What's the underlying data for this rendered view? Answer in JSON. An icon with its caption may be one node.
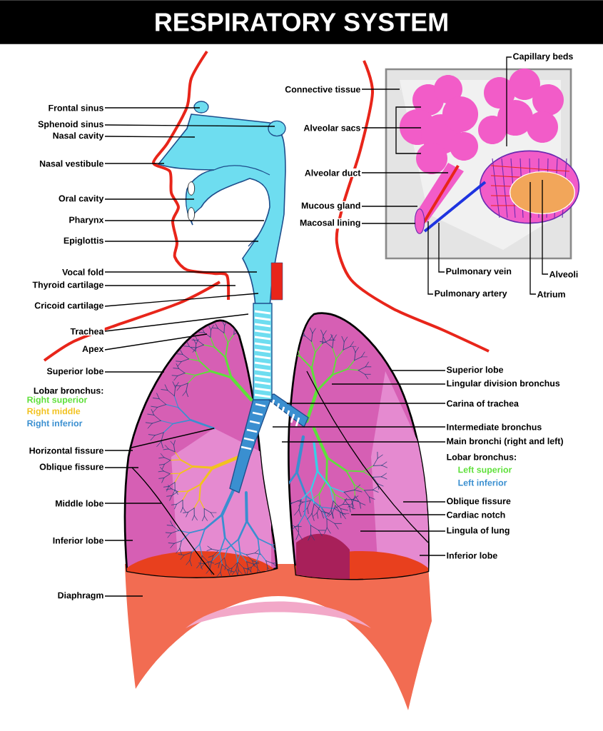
{
  "diagram": {
    "title": "RESPIRATORY SYSTEM",
    "nodes": [
      {
        "text": [
          "Frontal sinus"
        ]
      },
      {
        "text": [
          "Sphenoid sinus"
        ]
      },
      {
        "text": [
          "Nasal cavity"
        ]
      },
      {
        "text": [
          "Nasal vestibule"
        ]
      },
      {
        "text": [
          "Oral cavity"
        ]
      },
      {
        "text": [
          "Pharynx"
        ]
      },
      {
        "text": [
          "Epiglottis"
        ]
      },
      {
        "text": [
          "Vocal fold"
        ]
      },
      {
        "text": [
          "Thyroid cartilage"
        ]
      },
      {
        "text": [
          "Cricoid cartilage"
        ]
      },
      {
        "text": [
          "Trachea"
        ]
      },
      {
        "text": [
          "Apex"
        ]
      },
      {
        "text": [
          "Superior lobe"
        ]
      },
      {
        "text": [
          "Horizontal fissure"
        ]
      },
      {
        "text": [
          "Oblique fissure"
        ]
      },
      {
        "text": [
          "Middle lobe"
        ]
      },
      {
        "text": [
          "Inferior lobe"
        ]
      },
      {
        "text": [
          "Diaphragm"
        ]
      },
      {
        "text": [
          "Connective tissue"
        ]
      },
      {
        "text": [
          "Alveolar sacs"
        ]
      },
      {
        "text": [
          "Alveolar duct"
        ]
      },
      {
        "text": [
          "Mucous gland"
        ]
      },
      {
        "text": [
          "Macosal lining"
        ]
      },
      {
        "text": [
          "Capillary beds"
        ]
      },
      {
        "text": [
          "Pulmonary vein"
        ]
      },
      {
        "text": [
          "Pulmonary artery"
        ]
      },
      {
        "text": [
          "Alveoli"
        ]
      },
      {
        "text": [
          "Atrium"
        ]
      },
      {
        "text": [
          "Superior lobe"
        ]
      },
      {
        "text": [
          "Lingular division bronchus"
        ]
      },
      {
        "text": [
          "Carina of trachea"
        ]
      },
      {
        "text": [
          "Intermediate bronchus"
        ]
      },
      {
        "text": [
          "Main bronchi (right and left)"
        ]
      },
      {
        "text": [
          "Oblique fissure"
        ]
      },
      {
        "text": [
          "Cardiac notch"
        ]
      },
      {
        "text": [
          "Lingula of lung"
        ]
      },
      {
        "text": [
          "Inferior lobe"
        ]
      }
    ],
    "edges": [
      {
        "from": 0,
        "to": null,
        "arrow": "none"
      },
      {
        "from": 1,
        "to": null,
        "arrow": "none"
      },
      {
        "from": 2,
        "to": null,
        "arrow": "none"
      },
      {
        "from": 3,
        "to": null,
        "arrow": "none"
      },
      {
        "from": 4,
        "to": null,
        "arrow": "none"
      },
      {
        "from": 5,
        "to": null,
        "arrow": "none"
      },
      {
        "from": 6,
        "to": null,
        "arrow": "none"
      },
      {
        "from": 7,
        "to": null,
        "arrow": "none"
      },
      {
        "from": 8,
        "to": null,
        "arrow": "none"
      },
      {
        "from": 9,
        "to": null,
        "arrow": "none"
      },
      {
        "from": 10,
        "to": null,
        "arrow": "none"
      },
      {
        "from": 11,
        "to": null,
        "arrow": "none"
      },
      {
        "from": 12,
        "to": null,
        "arrow": "none"
      },
      {
        "from": 13,
        "to": null,
        "arrow": "none"
      },
      {
        "from": 14,
        "to": null,
        "arrow": "none"
      },
      {
        "from": 15,
        "to": null,
        "arrow": "none"
      },
      {
        "from": 16,
        "to": null,
        "arrow": "none"
      },
      {
        "from": 17,
        "to": null,
        "arrow": "none"
      },
      {
        "from": 18,
        "to": null,
        "arrow": "none"
      },
      {
        "from": 19,
        "to": null,
        "arrow": "none"
      },
      {
        "from": 20,
        "to": null,
        "arrow": "none"
      },
      {
        "from": 21,
        "to": null,
        "arrow": "none"
      },
      {
        "from": 22,
        "to": null,
        "arrow": "none"
      },
      {
        "from": 23,
        "to": null,
        "arrow": "none"
      },
      {
        "from": 24,
        "to": null,
        "arrow": "none"
      },
      {
        "from": 25,
        "to": null,
        "arrow": "none"
      },
      {
        "from": 26,
        "to": null,
        "arrow": "none"
      },
      {
        "from": 27,
        "to": null,
        "arrow": "none"
      },
      {
        "from": 28,
        "to": null,
        "arrow": "none"
      },
      {
        "from": 29,
        "to": null,
        "arrow": "none"
      },
      {
        "from": 30,
        "to": null,
        "arrow": "none"
      },
      {
        "from": 31,
        "to": null,
        "arrow": "none"
      },
      {
        "from": 32,
        "to": null,
        "arrow": "none"
      },
      {
        "from": 33,
        "to": null,
        "arrow": "none"
      },
      {
        "from": 34,
        "to": null,
        "arrow": "none"
      },
      {
        "from": 35,
        "to": null,
        "arrow": "none"
      },
      {
        "from": 36,
        "to": null,
        "arrow": "none"
      }
    ],
    "labels": [
      "Lobar bronchus:",
      "Lobar bronchus:"
    ],
    "legend": [
      {
        "text": "Right superior",
        "color": "#5ee03a"
      },
      {
        "text": "Right middle",
        "color": "#f2c21f"
      },
      {
        "text": "Right inferior",
        "color": "#3a8fd0"
      },
      {
        "text": "Left superior",
        "color": "#5ee03a"
      },
      {
        "text": "Left inferior",
        "color": "#3a8fd0"
      }
    ]
  }
}
